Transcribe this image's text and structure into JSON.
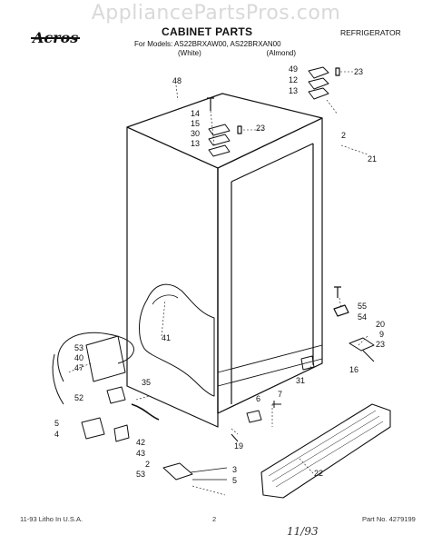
{
  "watermark": "AppliancePartsPros.com",
  "brand": "Acros",
  "title": "CABINET PARTS",
  "category": "REFRIGERATOR",
  "models_line": "For Models: AS22BRXAW00, AS22BRXAN00",
  "variants": [
    "(White)",
    "(Almond)"
  ],
  "callouts": [
    "49",
    "12",
    "13",
    "23",
    "48",
    "14",
    "15",
    "30",
    "13",
    "23",
    "2",
    "21",
    "55",
    "54",
    "41",
    "20",
    "9",
    "23",
    "16",
    "31",
    "53",
    "40",
    "47",
    "35",
    "52",
    "6",
    "7",
    "5",
    "4",
    "19",
    "42",
    "43",
    "22",
    "2",
    "53",
    "3",
    "5"
  ],
  "footer_left": "11-93 Litho In U.S.A.",
  "footer_page": "2",
  "footer_right": "Part No. 4279199",
  "handwriting": "11/93"
}
